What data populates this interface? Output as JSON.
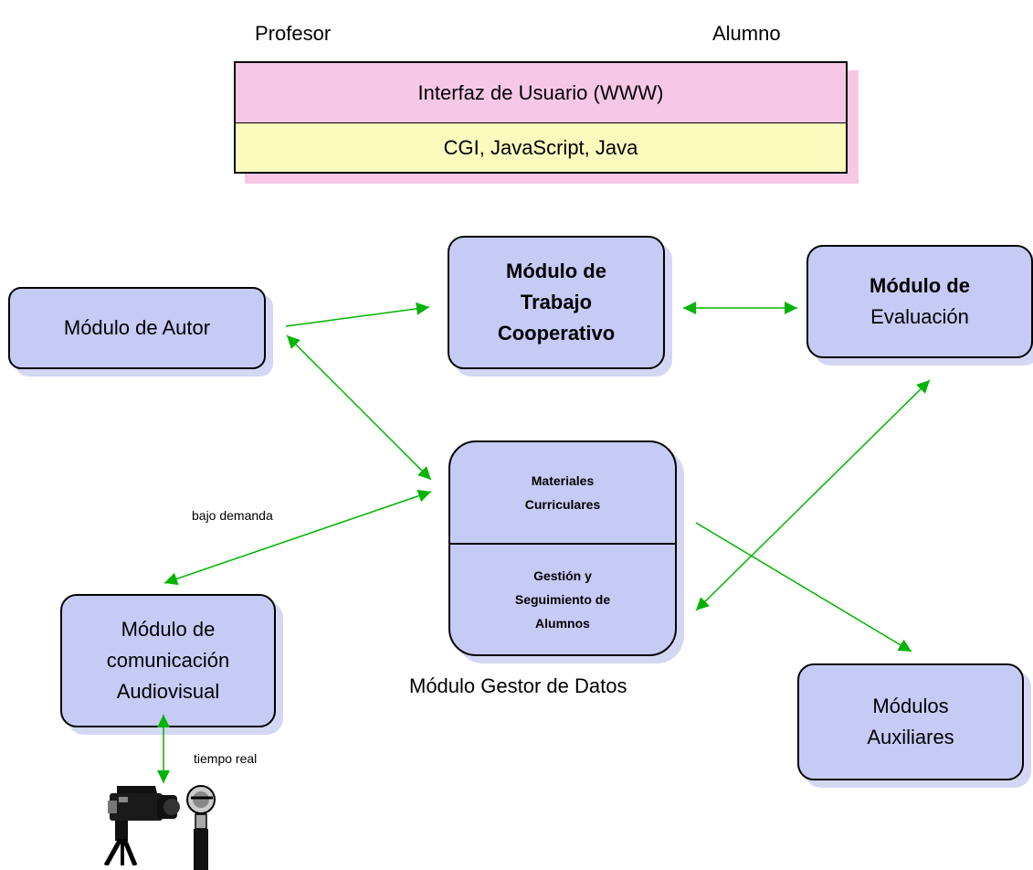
{
  "roles": {
    "left": "Profesor",
    "right": "Alumno"
  },
  "interface": {
    "top": "Interfaz de Usuario (WWW)",
    "bottom": "CGI, JavaScript, Java"
  },
  "modules": {
    "autor": "Módulo de Autor",
    "trabajo": [
      "Módulo de",
      "Trabajo",
      "Cooperativo"
    ],
    "evaluacion": [
      "Módulo de",
      "Evaluación"
    ],
    "comunicacion": [
      "Módulo de",
      "comunicación",
      "Audiovisual"
    ],
    "auxiliares": [
      "Módulos",
      "Auxiliares"
    ]
  },
  "gestor": {
    "materiales": [
      "Materiales",
      "Curriculares"
    ],
    "gestion": [
      "Gestión y",
      "Seguimiento de",
      "Alumnos"
    ],
    "caption": "Módulo Gestor de Datos"
  },
  "annotations": {
    "demanda": "bajo demanda",
    "tiempo_real": "tiempo real"
  },
  "colors": {
    "module_fill": "#c6cbf6",
    "interface_top": "#f7c8e6",
    "interface_bottom": "#fbfbbd",
    "arrow": "#00b400"
  },
  "icons": [
    "video-camera-icon",
    "microphone-icon"
  ]
}
